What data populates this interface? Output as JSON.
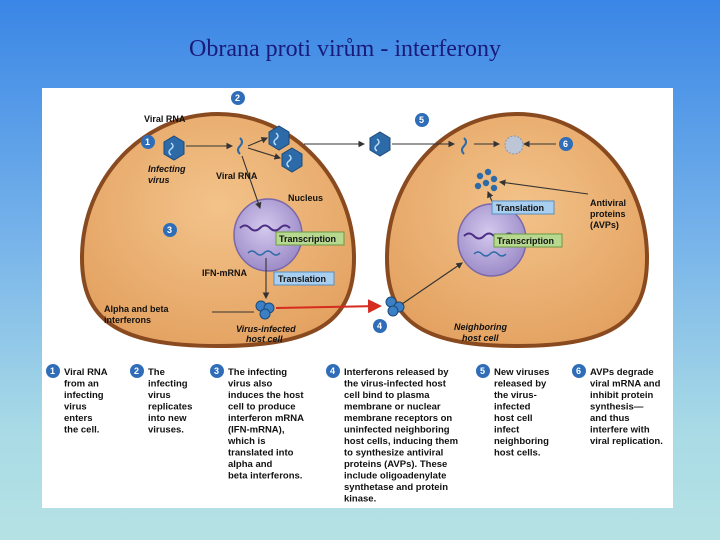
{
  "title": "Obrana proti virům - interferony",
  "diagram": {
    "labels": {
      "viral_rna_top": "Viral RNA",
      "infecting_virus_1": "Infecting",
      "infecting_virus_2": "virus",
      "viral_rna_cell": "Viral RNA",
      "nucleus": "Nucleus",
      "transcription_left": "Transcription",
      "ifn_mrna": "IFN-mRNA",
      "translation_left": "Translation",
      "alpha_beta_1": "Alpha and beta",
      "alpha_beta_2": "interferons",
      "infected_cell_1": "Virus-infected",
      "infected_cell_2": "host cell",
      "translation_right": "Translation",
      "transcription_right": "Transcription",
      "antiviral_1": "Antiviral",
      "antiviral_2": "proteins",
      "antiviral_3": "(AVPs)",
      "neighbor_cell_1": "Neighboring",
      "neighbor_cell_2": "host cell"
    },
    "step_numbers": [
      "1",
      "2",
      "3",
      "4",
      "5",
      "6"
    ],
    "captions": [
      {
        "num": "1",
        "lines": [
          "Viral RNA",
          "from an",
          "infecting",
          "virus",
          "enters",
          "the cell."
        ]
      },
      {
        "num": "2",
        "lines": [
          "The",
          "infecting",
          "virus",
          "replicates",
          "into new",
          "viruses."
        ]
      },
      {
        "num": "3",
        "lines": [
          "The infecting",
          "virus also",
          "induces the host",
          "cell to produce",
          "interferon mRNA",
          "(IFN-mRNA),",
          "which is",
          "translated into",
          "alpha and",
          "beta interferons."
        ]
      },
      {
        "num": "4",
        "lines": [
          "Interferons released by",
          "the virus-infected host",
          "cell bind to plasma",
          "membrane or nuclear",
          "membrane receptors on",
          "uninfected neighboring",
          "host cells, inducing them",
          "to synthesize antiviral",
          "proteins (AVPs). These",
          "include oligoadenylate",
          "synthetase and protein",
          "kinase."
        ]
      },
      {
        "num": "5",
        "lines": [
          "New viruses",
          "released by",
          "the virus-",
          "infected",
          "host cell",
          "infect",
          "neighboring",
          "host cells."
        ]
      },
      {
        "num": "6",
        "lines": [
          "AVPs degrade",
          "viral mRNA and",
          "inhibit protein",
          "synthesis—",
          "and thus",
          "interfere with",
          "viral replication."
        ]
      }
    ],
    "colors": {
      "cell_fill": "#e9ae6e",
      "cell_border": "#8a4a1f",
      "nucleus": "#b7a7d8",
      "transcription_box": "#b6d88f",
      "translation_box": "#a9cff0",
      "number_circle": "#2f6db8",
      "virus": "#2d6aa8",
      "interferon_arrow": "#d62b1f"
    }
  }
}
